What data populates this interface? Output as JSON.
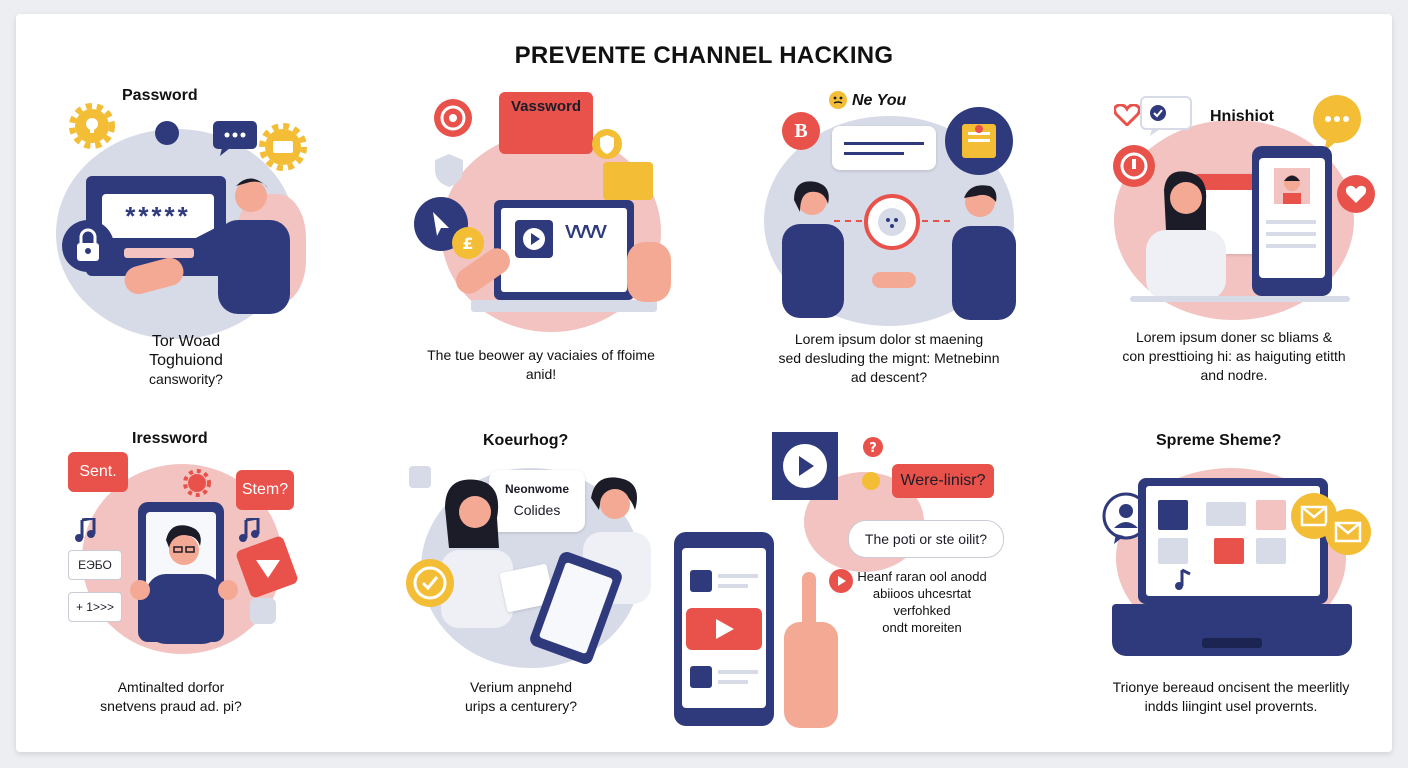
{
  "title": "PREVENTE CHANNEL HACKING",
  "colors": {
    "navy": "#2f3a7c",
    "coral": "#e8524a",
    "pink": "#f2c3c0",
    "lavender": "#d7dbe8",
    "yellow": "#f3bd36",
    "skin": "#f4a995"
  },
  "panels": [
    {
      "heading": "Password",
      "screen_text": "*****",
      "caption": [
        "Tor Woad",
        "Toghuiond",
        "canswority?"
      ],
      "icons": [
        "gear-icon",
        "lock-icon",
        "chat-icon",
        "avatar-icon"
      ]
    },
    {
      "heading": "Vassword",
      "screen_text": "VVVV",
      "caption": [
        "The tue beower ay vaciaies of ffoime",
        "anid!"
      ],
      "icons": [
        "target-icon",
        "shield-icon",
        "cursor-icon",
        "play-icon",
        "pound-icon"
      ]
    },
    {
      "heading": "Ne You",
      "badge": "B",
      "caption": [
        "Lorem ipsum dolor st maening",
        "sed desluding the mignt: Metnebinn",
        "ad descent?"
      ],
      "icons": [
        "emoji-icon",
        "document-icon",
        "fingerprint-icon"
      ]
    },
    {
      "heading": "Hnishiot",
      "caption": [
        "Lorem ipsum doner sc bliams &",
        "con presttioing hi: as haiguting etitth",
        "and nodre."
      ],
      "icons": [
        "check-icon",
        "chat-icon",
        "heart-icon",
        "alert-icon"
      ]
    },
    {
      "heading": "Iressword",
      "bubble_left": "Sent.",
      "bubble_right": "Stem?",
      "tag_1": "ЕЭБО",
      "tag_2": "+ 1>>>",
      "caption": [
        "Amtinalted dorfor",
        "snetvens praud ad. pi?"
      ],
      "icons": [
        "music-icon",
        "gear-icon",
        "play-icon"
      ]
    },
    {
      "heading": "Koeurhog?",
      "bubble_line_1": "Neonwome",
      "bubble_line_2": "Colides",
      "caption": [
        "Verium anpnehd",
        "urips a centurery?"
      ],
      "icons": [
        "check-icon"
      ]
    },
    {
      "heading": "Were-linisr?",
      "question_bubble": "The poti or ste oilit?",
      "text_block": [
        "Heanf raran ool anodd",
        "abiioos uhcesrtat",
        "verfohked",
        "ondt moreiten"
      ],
      "icons": [
        "play-icon",
        "question-icon",
        "play-icon"
      ]
    },
    {
      "heading": "Spreme Sheme?",
      "caption": [
        "Trionye bereaud oncisent the meerlitly",
        "indds liingint usel provernts."
      ],
      "icons": [
        "user-icon",
        "mail-icon",
        "music-icon"
      ]
    }
  ]
}
